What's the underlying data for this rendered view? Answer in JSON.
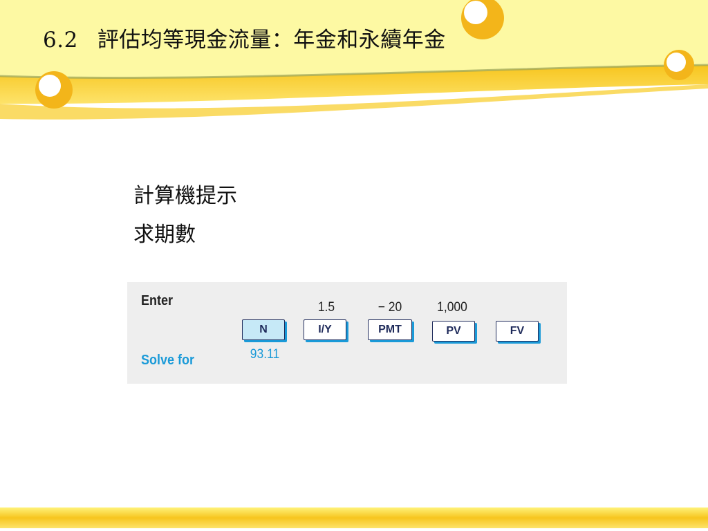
{
  "slide": {
    "title_number": "6.2",
    "title_text": "評估均等現金流量：年金和永續年金"
  },
  "body": {
    "heading": "計算機提示",
    "subheading": "求期數"
  },
  "calculator": {
    "enter_label": "Enter",
    "solve_label": "Solve for",
    "keys": [
      {
        "label": "N",
        "entered": "",
        "result": "93.11"
      },
      {
        "label": "I/Y",
        "entered": "1.5",
        "result": ""
      },
      {
        "label": "PMT",
        "entered": "− 20",
        "result": ""
      },
      {
        "label": "PV",
        "entered": "1,000",
        "result": ""
      },
      {
        "label": "FV",
        "entered": "",
        "result": ""
      }
    ]
  },
  "colors": {
    "header_yellow": "#fdf9a3",
    "band_orange": "#f3b51a",
    "accent_blue": "#1a9ad8",
    "key_border": "#1e2a5a",
    "solved_key_fill": "#c6e9f7",
    "panel_gray": "#eeeeee"
  }
}
